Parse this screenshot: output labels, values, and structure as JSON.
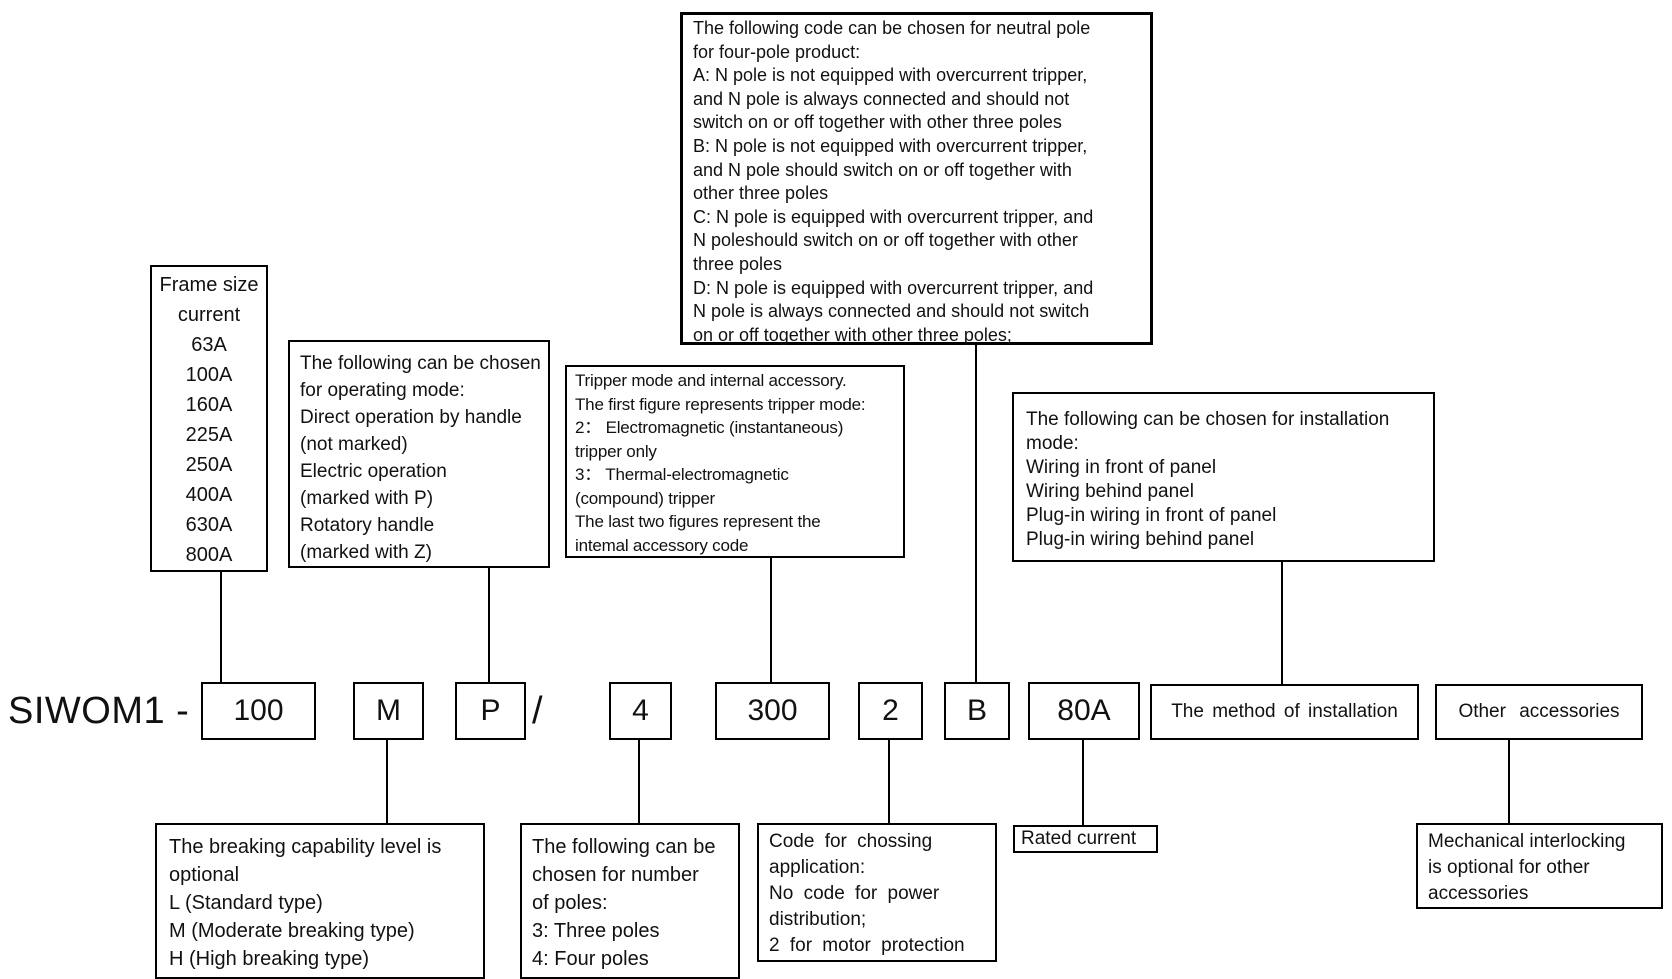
{
  "diagram": {
    "model_prefix": "SIWOM1 -",
    "separator": "/",
    "code_boxes": {
      "frame_current": "100",
      "breaking_level": "M",
      "operating_mode": "P",
      "poles": "4",
      "tripper": "300",
      "application": "2",
      "neutral_pole": "B",
      "rated_current": "80A",
      "installation_method": "The method of installation",
      "other_accessories": "Other accessories"
    },
    "callouts": {
      "neutral_pole": "The following code can be chosen for neutral pole\nfor four-pole product:\nA: N pole is not equipped with overcurrent tripper,\nand N pole is always connected and should not\nswitch on or off together with other three poles\nB: N pole is not equipped with overcurrent tripper,\nand N pole should switch on or off together with\nother three poles\nC: N pole is equipped with overcurrent tripper, and\nN poleshould switch on or off together with other\nthree poles\nD: N pole is equipped with overcurrent tripper, and\nN pole is always connected and should not switch\non or off together with other three poles;",
      "frame_size": "Frame size\ncurrent\n63A\n100A\n160A\n225A\n250A\n400A\n630A\n800A",
      "operating_mode": "The following can be chosen\nfor operating mode:\nDirect operation by handle\n(not marked)\nElectric operation\n(marked with P)\nRotatory handle\n(marked with Z)",
      "tripper_mode": "Tripper mode and internal accessory.\nThe first figure represents tripper mode:\n2： Electromagnetic (instantaneous)\ntripper only\n3： Thermal-electromagnetic\n(compound) tripper\nThe last two figures represent the\nintemal accessory code",
      "installation_mode": "The following can be chosen for installation\nmode:\nWiring in front of panel\nWiring behind panel\nPlug-in wiring in front of panel\nPlug-in wiring behind panel",
      "breaking_capability": "The breaking capability level is\noptional\nL (Standard type)\nM (Moderate breaking type)\nH (High breaking type)",
      "number_of_poles": "The following can be\nchosen for number\nof poles:\n3: Three poles\n4: Four poles",
      "application_code": "Code for chossing\napplication:\nNo code for power\ndistribution;\n2 for motor protection",
      "rated_current": "Rated current",
      "mechanical_interlocking": "Mechanical interlocking\nis optional for other\naccessories"
    },
    "colors": {
      "background": "#ffffff",
      "line": "#000000",
      "text": "#111111"
    }
  }
}
